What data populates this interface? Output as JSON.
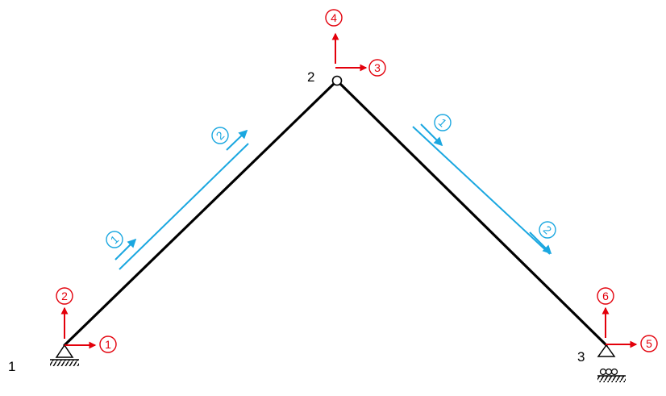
{
  "colors": {
    "member": "#000000",
    "dof": "#e3000b",
    "local_axis": "#1aa7e0"
  },
  "nodes": [
    {
      "label": "1"
    },
    {
      "label": "2"
    },
    {
      "label": "3"
    }
  ],
  "dofs": [
    {
      "label": "1"
    },
    {
      "label": "2"
    },
    {
      "label": "3"
    },
    {
      "label": "4"
    },
    {
      "label": "5"
    },
    {
      "label": "6"
    }
  ],
  "element_left": {
    "local_dofs": [
      {
        "label": "1"
      },
      {
        "label": "2"
      }
    ]
  },
  "element_right": {
    "local_dofs": [
      {
        "label": "1"
      },
      {
        "label": "2"
      }
    ]
  },
  "icons": {
    "node1_support": "pin-support-icon",
    "node2_joint": "hinge-icon",
    "node3_support": "roller-support-icon"
  }
}
